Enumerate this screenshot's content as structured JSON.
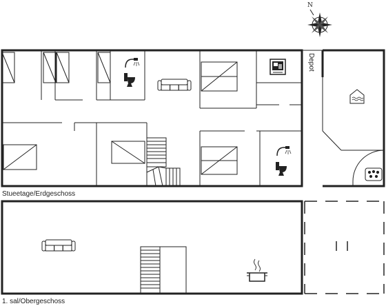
{
  "compass": {
    "north_label": "N"
  },
  "floors": {
    "ground": {
      "label": "Stueetage/Erdgeschoss",
      "depot_label": "Depot"
    },
    "upper": {
      "label": "1. sal/Obergeschoss"
    }
  },
  "icons": [
    "compass-rose-icon",
    "shower-icon",
    "toilet-icon",
    "sofa-icon",
    "tv-icon",
    "pool-icon",
    "jacuzzi-icon",
    "cooking-pot-icon"
  ],
  "colors": {
    "line": "#222222",
    "background": "#ffffff",
    "fixture_fill": "#e0e0e0"
  }
}
